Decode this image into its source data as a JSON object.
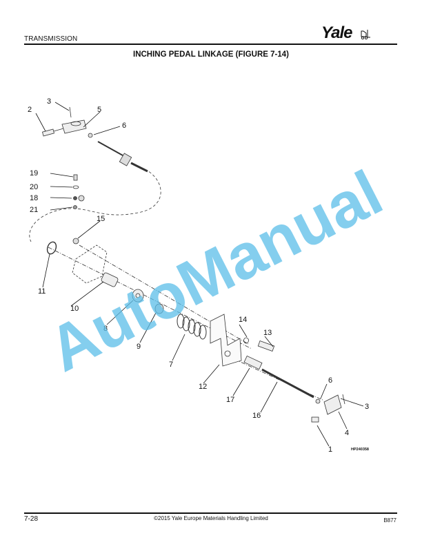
{
  "header": {
    "section": "TRANSMISSION",
    "brand": "Yale",
    "brand_icon": "forklift-icon"
  },
  "page_title": "INCHING PEDAL LINKAGE (FIGURE 7-14)",
  "figure": {
    "code": "HP240358",
    "callouts": [
      {
        "n": "1"
      },
      {
        "n": "2"
      },
      {
        "n": "3"
      },
      {
        "n": "3b"
      },
      {
        "n": "4"
      },
      {
        "n": "5"
      },
      {
        "n": "6"
      },
      {
        "n": "6b"
      },
      {
        "n": "7"
      },
      {
        "n": "8"
      },
      {
        "n": "9"
      },
      {
        "n": "10"
      },
      {
        "n": "11"
      },
      {
        "n": "12"
      },
      {
        "n": "13"
      },
      {
        "n": "14"
      },
      {
        "n": "15"
      },
      {
        "n": "16"
      },
      {
        "n": "17"
      },
      {
        "n": "18"
      },
      {
        "n": "19"
      },
      {
        "n": "20"
      },
      {
        "n": "21"
      }
    ],
    "labels": {
      "c1": "1",
      "c2": "2",
      "c3a": "3",
      "c3b": "3",
      "c4": "4",
      "c5": "5",
      "c6a": "6",
      "c6b": "6",
      "c7": "7",
      "c8": "8",
      "c9": "9",
      "c10": "10",
      "c11": "11",
      "c12": "12",
      "c13": "13",
      "c14": "14",
      "c15": "15",
      "c16": "16",
      "c17": "17",
      "c18": "18",
      "c19": "19",
      "c20": "20",
      "c21": "21"
    }
  },
  "watermark": {
    "text": "AutoManual",
    "color": "#5bbde8"
  },
  "footer": {
    "page_number": "7-28",
    "copyright": "©2015 Yale Europe Materials Handling Limited",
    "doc_code": "B877"
  }
}
